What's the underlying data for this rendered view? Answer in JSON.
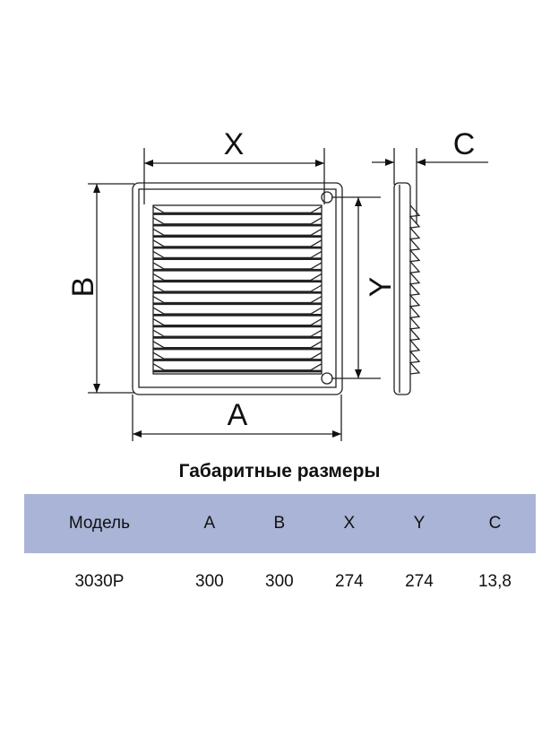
{
  "drawing": {
    "labels": {
      "x": "X",
      "y": "Y",
      "a": "A",
      "b": "B",
      "c": "C"
    },
    "louver_count": 15
  },
  "table": {
    "title": "Габаритные размеры",
    "header_color": "#a9b4d6",
    "headers": [
      "Модель",
      "A",
      "B",
      "X",
      "Y",
      "C"
    ],
    "rows": [
      [
        "3030P",
        "300",
        "300",
        "274",
        "274",
        "13,8"
      ]
    ]
  }
}
